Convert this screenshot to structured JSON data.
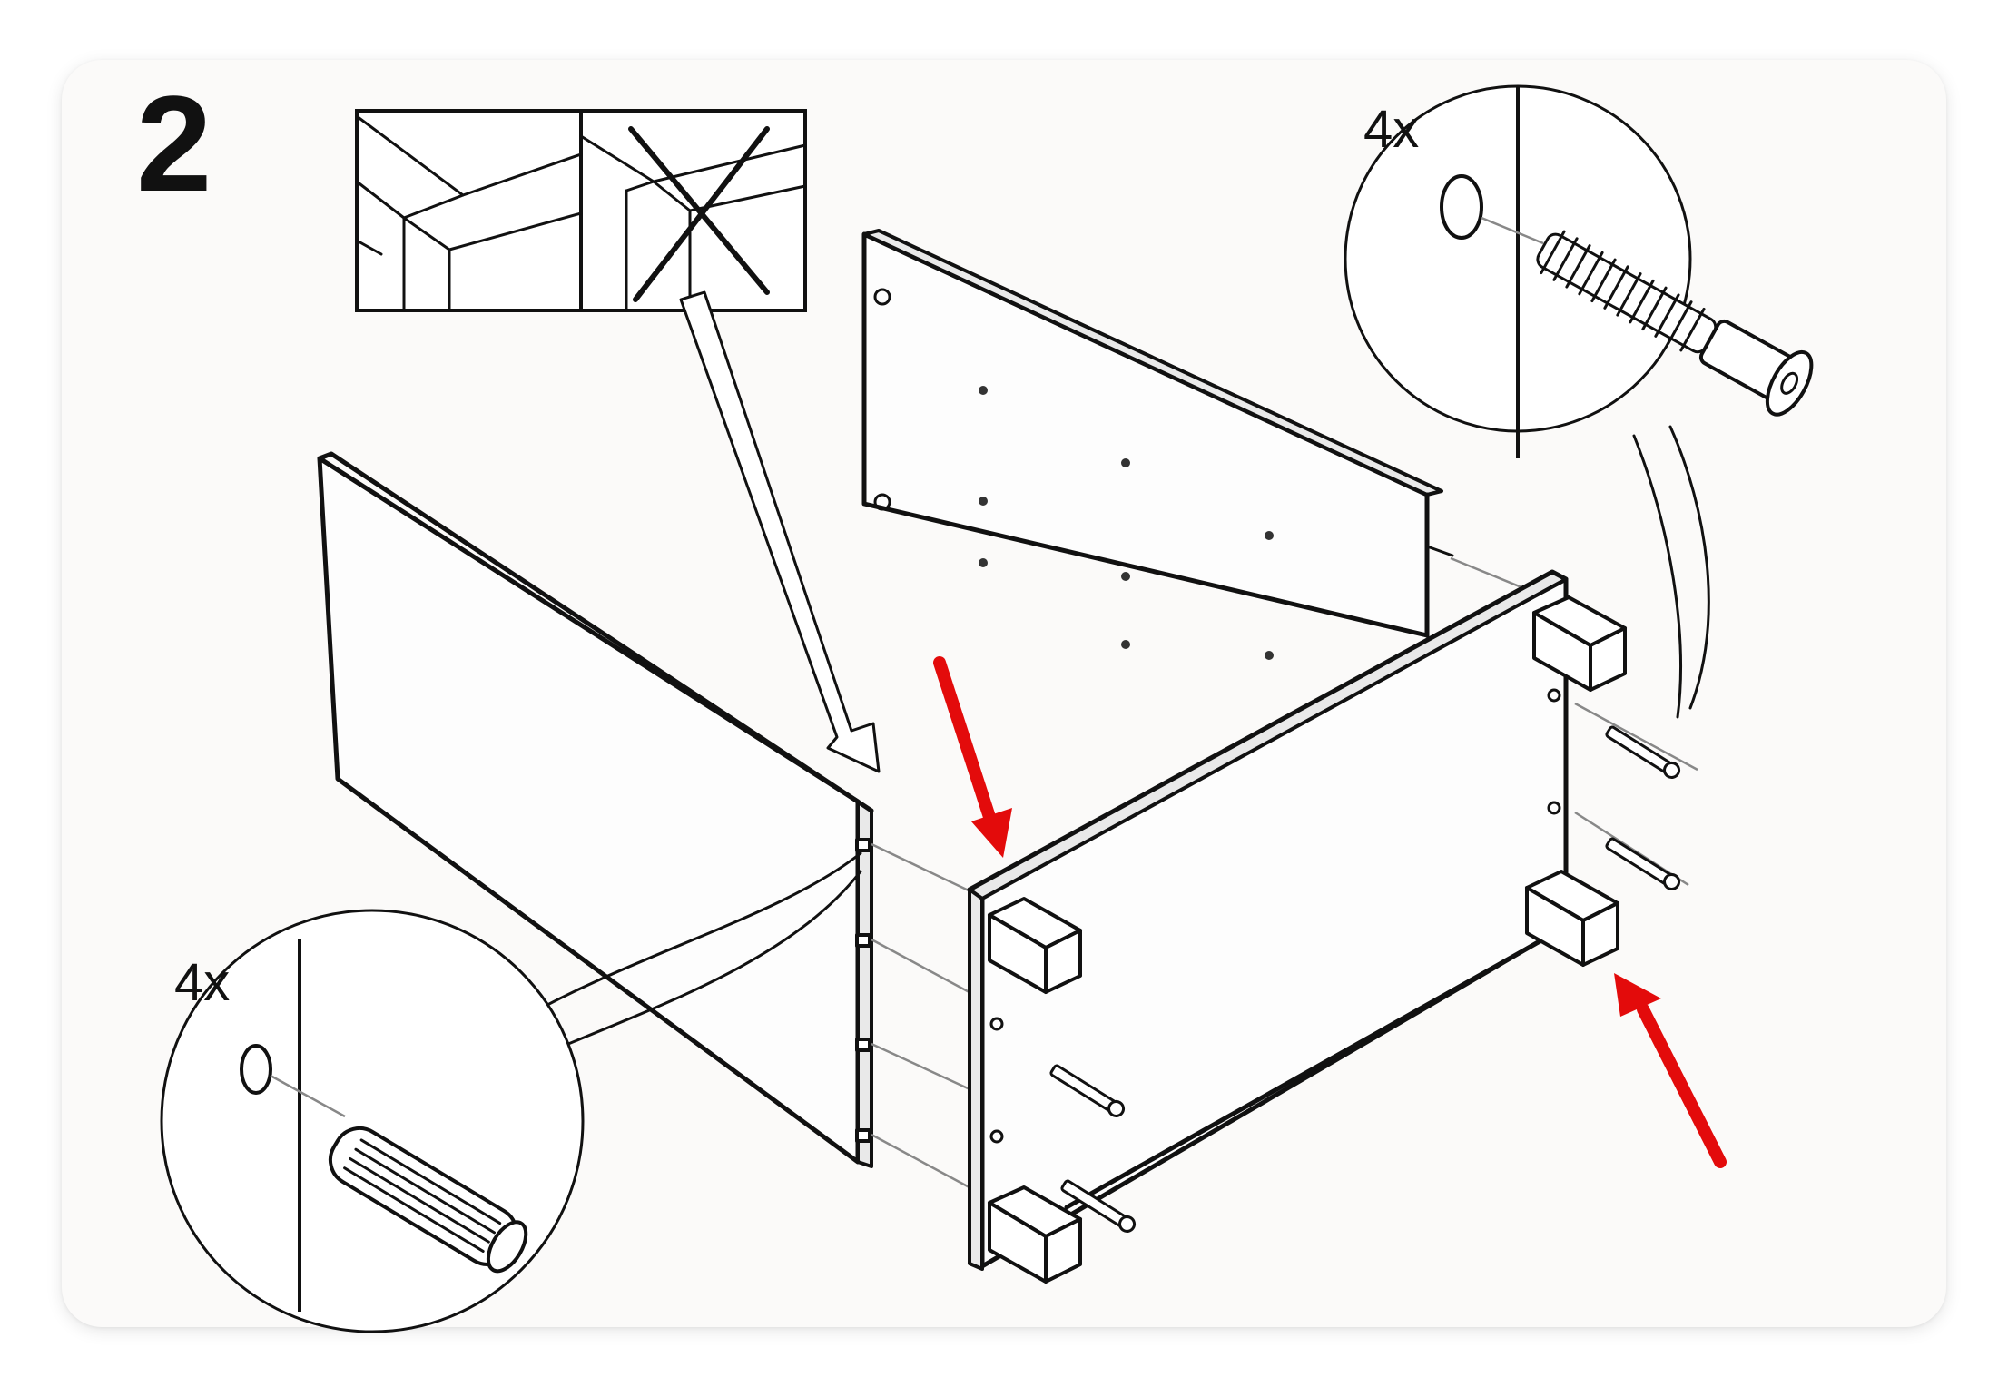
{
  "step": {
    "number": "2"
  },
  "callouts": {
    "dowel_quantity": "4x",
    "cam_bolt_quantity": "4x"
  },
  "colors": {
    "background": "#fbfaf9",
    "linework": "#111111",
    "highlight_arrows": "#e30b0b"
  },
  "icons": [
    "correct-joint-icon",
    "incorrect-joint-icon",
    "wooden-dowel-icon",
    "cam-bolt-icon",
    "red-arrow-icon"
  ]
}
